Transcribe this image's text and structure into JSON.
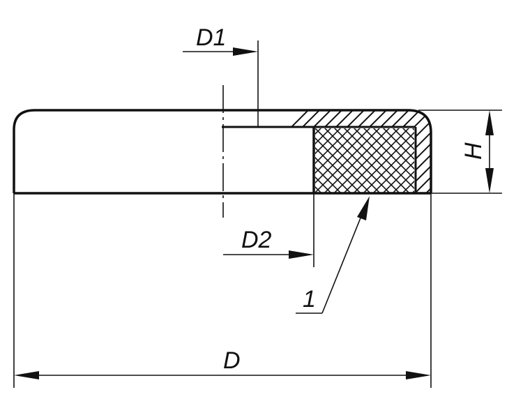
{
  "labels": {
    "d1": "D1",
    "d2": "D2",
    "d": "D",
    "h": "H",
    "item": "1"
  },
  "colors": {
    "line": "#111111",
    "background": "#ffffff"
  }
}
